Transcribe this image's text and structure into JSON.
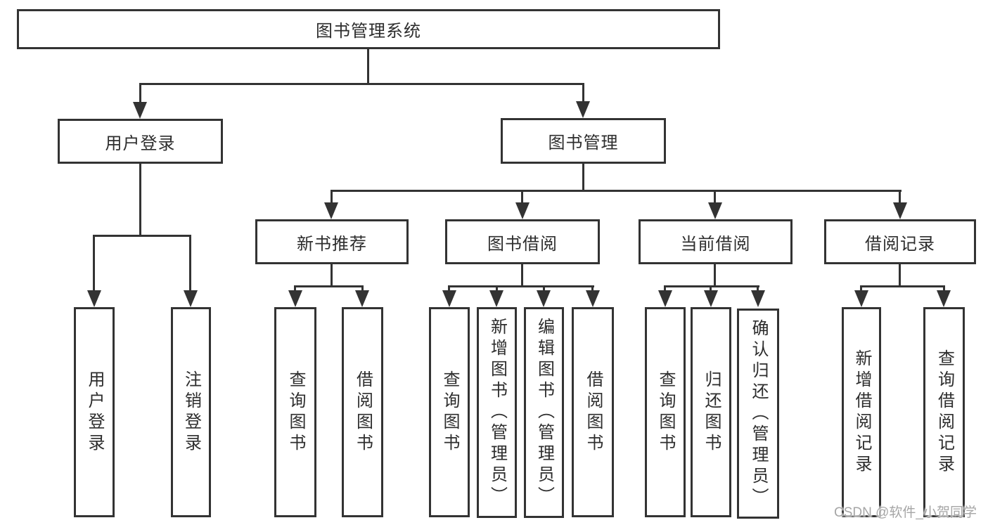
{
  "root": {
    "label": "图书管理系统"
  },
  "level2": {
    "user_login": {
      "label": "用户登录"
    },
    "book_mgmt": {
      "label": "图书管理"
    }
  },
  "level3": {
    "new_books": {
      "label": "新书推荐"
    },
    "book_borrow": {
      "label": "图书借阅"
    },
    "current_borrow": {
      "label": "当前借阅"
    },
    "borrow_records": {
      "label": "借阅记录"
    }
  },
  "leaves": {
    "user_login": [
      {
        "label": "用户登录"
      },
      {
        "label": "注销登录"
      }
    ],
    "new_books": [
      {
        "label": "查询图书"
      },
      {
        "label": "借阅图书"
      }
    ],
    "book_borrow": [
      {
        "label": "查询图书"
      },
      {
        "label": "新增图书（管理员）"
      },
      {
        "label": "编辑图书（管理员）"
      },
      {
        "label": "借阅图书"
      }
    ],
    "current_borrow": [
      {
        "label": "查询图书"
      },
      {
        "label": "归还图书"
      },
      {
        "label": "确认归还（管理员）"
      }
    ],
    "borrow_records": [
      {
        "label": "新增借阅记录"
      },
      {
        "label": "查询借阅记录"
      }
    ]
  },
  "watermark": {
    "text": "CSDN @软件_小贺同学"
  },
  "colors": {
    "line": "#333333",
    "text": "#2d2d2d",
    "watermark": "#a6a6a6",
    "background": "#ffffff"
  }
}
